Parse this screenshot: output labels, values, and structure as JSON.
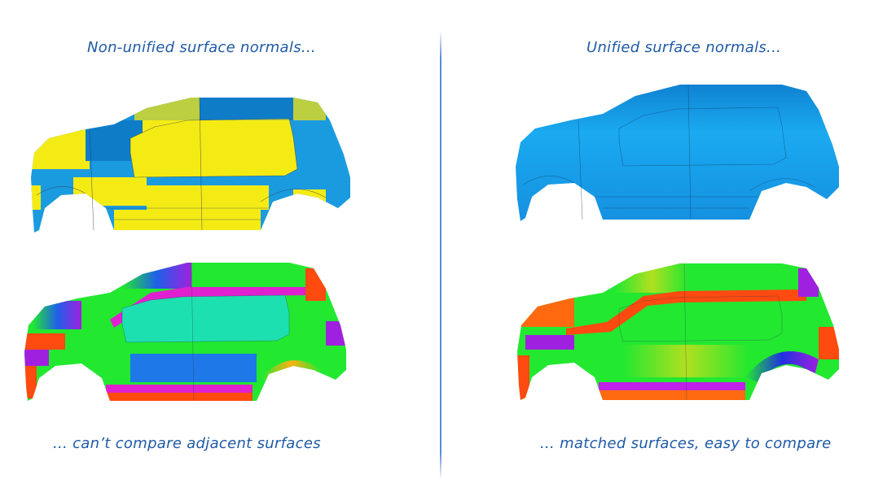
{
  "left_panel": {
    "title": "Non-unified surface normals...",
    "caption": "... can’t compare adjacent surfaces",
    "top_car": {
      "description": "car body surfaces with mixed normal directions",
      "colors": [
        "#f5eb14",
        "#1a9be0",
        "#0f7cc8"
      ]
    },
    "bottom_car": {
      "description": "curvature analysis with discontinuous color bands",
      "colors": [
        "#22e830",
        "#1de0b0",
        "#1e60e8",
        "#a020e0",
        "#ff4a10",
        "#e020d0"
      ]
    }
  },
  "right_panel": {
    "title": "Unified surface normals...",
    "caption": "... matched surfaces, easy to compare",
    "top_car": {
      "description": "car body surfaces with unified normal directions",
      "colors": [
        "#1aaaf0",
        "#0f82d2"
      ]
    },
    "bottom_car": {
      "description": "curvature analysis with continuous color bands",
      "colors": [
        "#22e830",
        "#90e020",
        "#ff4a10",
        "#2040e8",
        "#c020e8"
      ]
    }
  },
  "colors": {
    "text": "#1f5aa6",
    "divider": "#5b8dd6"
  }
}
